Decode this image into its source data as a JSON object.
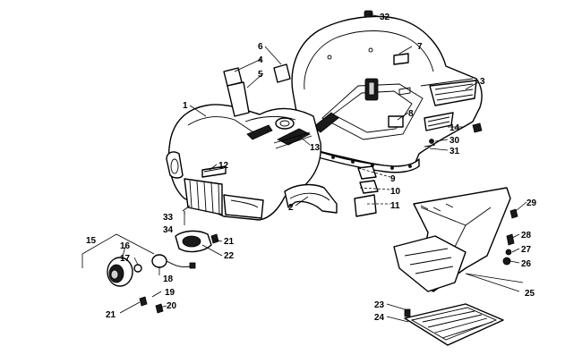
{
  "callouts": [
    {
      "id": "c1",
      "text": "1"
    },
    {
      "id": "c2",
      "text": "2"
    },
    {
      "id": "c3",
      "text": "3"
    },
    {
      "id": "c4",
      "text": "4"
    },
    {
      "id": "c5",
      "text": "5"
    },
    {
      "id": "c6",
      "text": "6"
    },
    {
      "id": "c7",
      "text": "7"
    },
    {
      "id": "c8",
      "text": "8"
    },
    {
      "id": "c9",
      "text": "9"
    },
    {
      "id": "c10",
      "text": "10"
    },
    {
      "id": "c11",
      "text": "11"
    },
    {
      "id": "c12",
      "text": "12"
    },
    {
      "id": "c13",
      "text": "13"
    },
    {
      "id": "c14",
      "text": "14"
    },
    {
      "id": "c15",
      "text": "15"
    },
    {
      "id": "c16",
      "text": "16"
    },
    {
      "id": "c17",
      "text": "17"
    },
    {
      "id": "c18",
      "text": "18"
    },
    {
      "id": "c19",
      "text": "19"
    },
    {
      "id": "c20",
      "text": "20"
    },
    {
      "id": "c21a",
      "text": "21"
    },
    {
      "id": "c21b",
      "text": "21"
    },
    {
      "id": "c22",
      "text": "22"
    },
    {
      "id": "c23",
      "text": "23"
    },
    {
      "id": "c24",
      "text": "24"
    },
    {
      "id": "c25",
      "text": "25"
    },
    {
      "id": "c26",
      "text": "26"
    },
    {
      "id": "c27",
      "text": "27"
    },
    {
      "id": "c28",
      "text": "28"
    },
    {
      "id": "c29",
      "text": "29"
    },
    {
      "id": "c30",
      "text": "30"
    },
    {
      "id": "c31",
      "text": "31"
    },
    {
      "id": "c32",
      "text": "32"
    },
    {
      "id": "c33",
      "text": "33"
    },
    {
      "id": "c34",
      "text": "34"
    }
  ]
}
